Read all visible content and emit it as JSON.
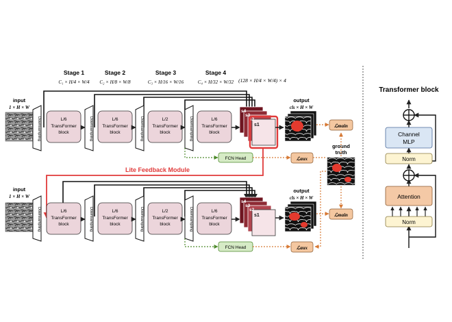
{
  "stages": [
    {
      "label": "Stage 1",
      "dims": "C₁ × H/4 × W/4"
    },
    {
      "label": "Stage 2",
      "dims": "C₂ × H/8 × W/8"
    },
    {
      "label": "Stage 3",
      "dims": "C₃ × H/16 × W/16"
    },
    {
      "label": "Stage 4",
      "dims": "C₄ × H/32 × W/32"
    }
  ],
  "concat_dims": "(128 × H/4 × W/4) × 4",
  "input_label": "input",
  "input_dims": "1 × H × W",
  "downsampling": "Downsampling",
  "blocks": [
    {
      "num": "L/6",
      "l1": "TransFormer",
      "l2": "block"
    },
    {
      "num": "L/6",
      "l1": "TransFormer",
      "l2": "block"
    },
    {
      "num": "L/2",
      "l1": "TransFormer",
      "l2": "block"
    },
    {
      "num": "L/6",
      "l1": "TransFormer",
      "l2": "block"
    }
  ],
  "stack_labels": [
    "s4",
    "s3",
    "s2",
    "s1"
  ],
  "output_label": "output",
  "output_dims": "cls × H × W",
  "ground_truth": [
    "ground",
    "truth"
  ],
  "fcn_head": "FCN Head",
  "loss_main": "ℒmain",
  "loss_aux": "ℒaux",
  "feedback_label": "Lite Feedback Module",
  "transformer_block": {
    "title": "Transformer block",
    "mlp": [
      "Channel",
      "MLP"
    ],
    "norm": "Norm",
    "attention": "Attention"
  },
  "colors": {
    "block_fill": "#ecd5db",
    "feedback_red": "#e03a3a",
    "fcn_green": "#d6ebc6",
    "loss_orange": "#f4c7a0",
    "mlp_blue": "#dae6f4",
    "norm_yellow": "#fdf4d2",
    "attn_orange": "#f4c9a6",
    "stack_dark": [
      "#6e1520",
      "#8e2a34",
      "#b24650"
    ]
  }
}
